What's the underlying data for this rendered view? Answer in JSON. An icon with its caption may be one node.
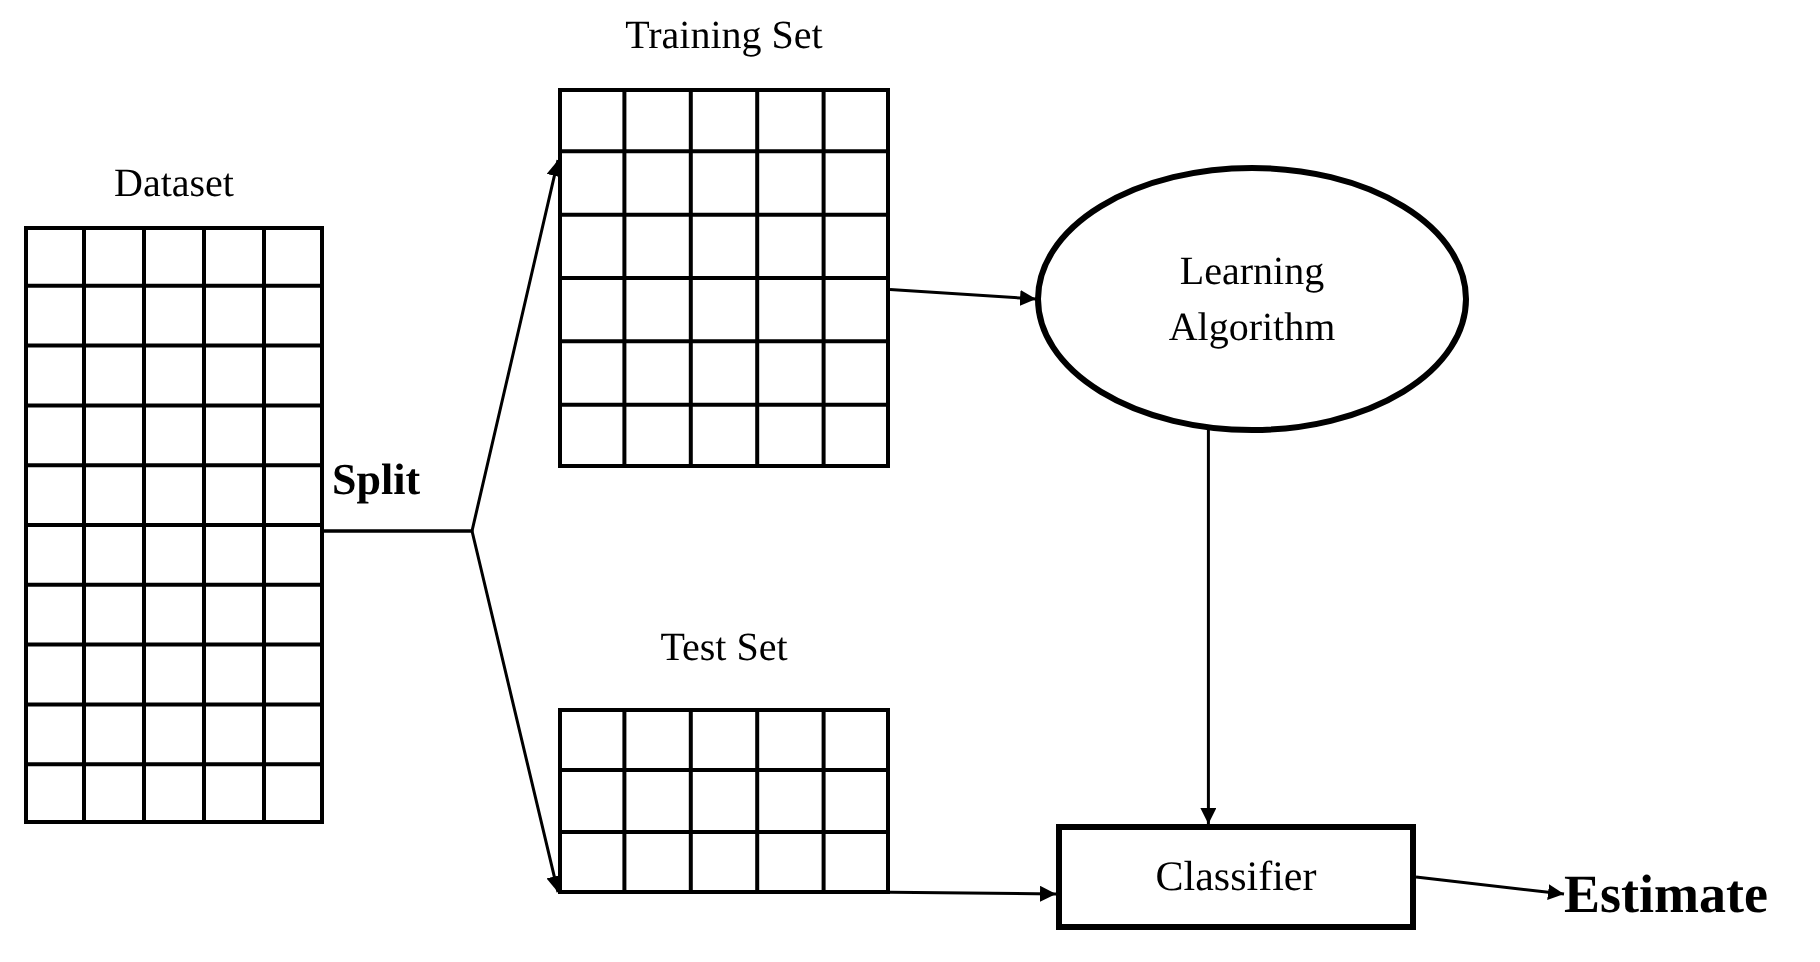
{
  "diagram": {
    "nodes": [
      {
        "text": [
          "Dataset"
        ]
      },
      {
        "text": [
          "Training Set"
        ]
      },
      {
        "text": [
          "Test Set"
        ]
      },
      {
        "text": [
          "Learning Algorithm"
        ]
      },
      {
        "text": [
          "Classifier"
        ]
      },
      {
        "text": [
          "Estimate"
        ]
      }
    ],
    "edges": [
      {
        "from": 0,
        "to": 1,
        "arrow": "to"
      },
      {
        "from": 0,
        "to": 2,
        "arrow": "to"
      },
      {
        "from": 1,
        "to": 3,
        "arrow": "to"
      },
      {
        "from": 3,
        "to": 4,
        "arrow": "to"
      },
      {
        "from": 2,
        "to": 4,
        "arrow": "to"
      },
      {
        "from": 4,
        "to": 5,
        "arrow": "to"
      }
    ],
    "labels": [
      "Split"
    ]
  }
}
